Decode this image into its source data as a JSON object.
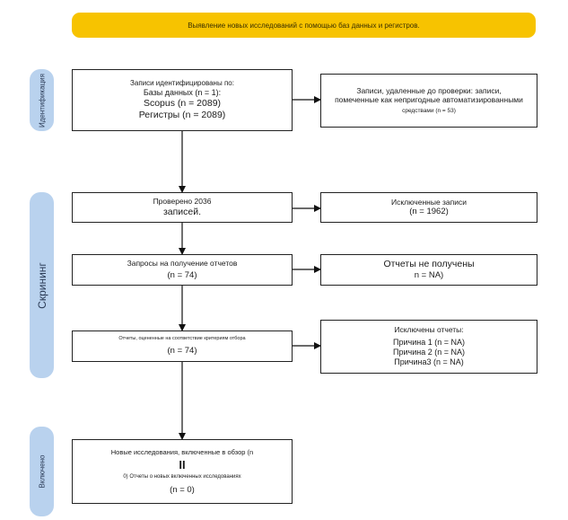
{
  "banner": "Выявление новых исследований с помощью баз данных и регистров.",
  "phases": {
    "identification": "Идентификация",
    "screening": "Скрининг",
    "included": "Включено"
  },
  "identified": {
    "l1": "Записи идентифицированы по:",
    "l2": "Базы данных (n = 1):",
    "l3": "Scopus (n = 2089)",
    "l4": "Регистры (n = 2089)"
  },
  "removed": {
    "l1": "Записи, удаленные до проверки: записи,",
    "l2": "помеченные как непригодные автоматизированными",
    "l3": "средствами (n = 53)"
  },
  "screened": {
    "l1": "Проверено 2036",
    "l2": "записей."
  },
  "excluded": {
    "l1": "Исключенные записи",
    "l2": "(n = 1962)"
  },
  "sought": {
    "l1": "Запросы на получение отчетов",
    "l2": "(n = 74)"
  },
  "not_retrieved": {
    "l1": "Отчеты не получены",
    "l2": "n = NA)"
  },
  "assessed": {
    "l1": "Отчеты, оцененные на соответствие критериям отбора",
    "l2": "(n = 74)"
  },
  "excluded_reports": {
    "l1": "Исключены отчеты:",
    "l2": "Причина 1 (n = NA)",
    "l3": "Причина 2 (n = NA)",
    "l4": "Причина3 (n = NA)"
  },
  "included": {
    "l1": "Новые исследования, включенные в обзор (n",
    "l2": "II",
    "l3": "0) Отчеты о новых включенных исследованиях",
    "l4": "(n = 0)"
  }
}
